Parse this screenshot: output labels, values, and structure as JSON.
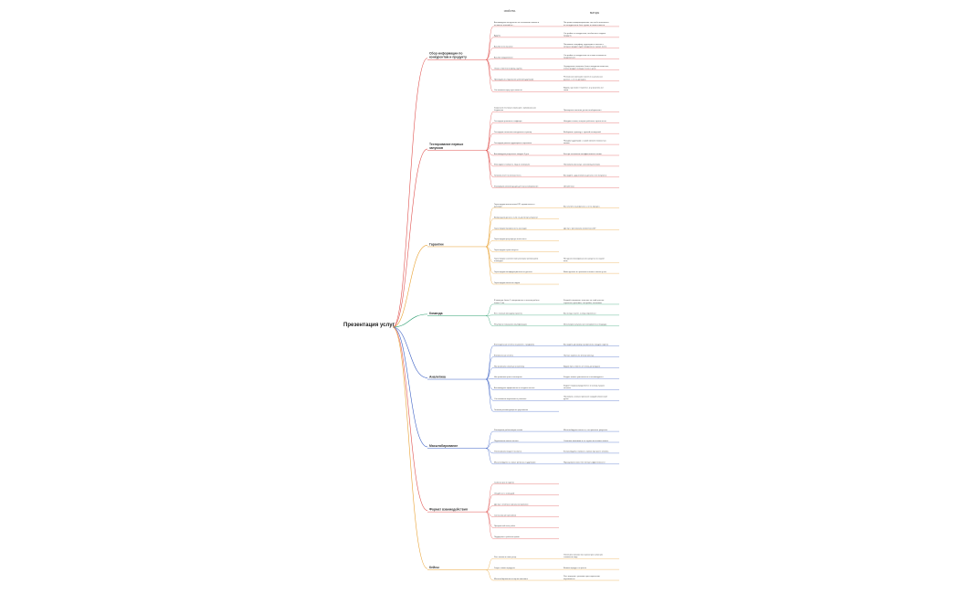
{
  "title": "Презентация услуг",
  "headers": {
    "properties": "СВОЙСТВА",
    "benefits": "ВЫГОДЫ"
  },
  "branches": [
    {
      "label": "Сбор информации по конкурентам и продукту",
      "color": "#e0524f",
      "items": [
        {
          "property": "Анализируем конкурентов на основании отзывов и основных отличий от…",
          "benefit": "Построим позиционирование так чтобы отличаться от конкурентов и быть лучше в глазах клиента"
        },
        {
          "property": "Аудиты",
          "benefit": "Отстройка от конкурентов, особенность подачи продукта"
        },
        {
          "property": "Анализ всех каналов",
          "benefit": "Понимаем специфику, аудиторию и каналы в которых продукт будет продаваться лучше всего"
        },
        {
          "property": "Анализ продвижения",
          "benefit": "Отстройка от конкурентов на основе анализа их продвижения"
        },
        {
          "property": "Опрос клиентов и фокус-группа",
          "benefit": "Определяем ключевые боли и ожидания клиентов, чтобы продукт попадал точно в цель"
        },
        {
          "property": "Проводим исследование целевой аудитории",
          "benefit": "Рекламные кампании строятся на реальных данных, а не на догадках"
        },
        {
          "property": "Составляем карту пути клиента",
          "benefit": "Видим, где клиент теряется, и устраняем эти точки"
        }
      ]
    },
    {
      "label": "Тестирование первых запусков",
      "color": "#e0524f",
      "items": [
        {
          "property": "Запускаем тестовые кампании с минимальным бюджетом",
          "benefit": "Проверяем гипотезы до масштабирования"
        },
        {
          "property": "Тестируем креативы и офферы",
          "benefit": "Находим связки, которые работают лучше всего"
        },
        {
          "property": "Тестируем несколько посадочных страниц",
          "benefit": "Выбираем страницу с лучшей конверсией"
        },
        {
          "property": "Тестируем разные аудитории и таргетинги",
          "benefit": "Находим аудитории с самой низкой стоимостью заявки"
        },
        {
          "property": "Анализируем результаты каждые 3 дня",
          "benefit": "Быстро отключаем неэффективные связки"
        },
        {
          "property": "Фиксируем стоимость лида и конверсию",
          "benefit": "Понимаем реальную экономику рекламы"
        },
        {
          "property": "Готовим отчёт по итогам теста",
          "benefit": "Вы видите, куда вложены деньги и что получено"
        },
        {
          "property": "Формируем рекомендации для масштабирования",
          "benefit": "Чёткий план"
        }
      ]
    },
    {
      "label": "Гарантии",
      "color": "#e9a233",
      "items": [
        {
          "property": "Гарантируем выполнение KPI, прописанных в договоре",
          "benefit": "Вы платите за результат, а не за процесс"
        },
        {
          "property": "Возвращаем деньги, если не достигнут результат",
          "benefit": ""
        },
        {
          "property": "Гарантируем прозрачность расходов",
          "benefit": "Доступ к рекламным кабинетам 24/7"
        },
        {
          "property": "Гарантируем регулярную отчётность",
          "benefit": ""
        },
        {
          "property": "Гарантируем сроки запуска",
          "benefit": ""
        },
        {
          "property": "Гарантируем соответствие рекламы требованиям площадок",
          "benefit": "Ни одного блокированного аккаунта по нашей вине"
        },
        {
          "property": "Гарантируем конфиденциальность данных",
          "benefit": "Ваши данные и стратегия остаются только у вас"
        },
        {
          "property": "Гарантируем качество лидов",
          "benefit": ""
        }
      ]
    },
    {
      "label": "Команда",
      "color": "#2a9d6f",
      "items": [
        {
          "property": "В команде более 5 специалистов с опытом работы более 5 лет",
          "benefit": "Каждый специалист отвечает за свой участок: стратегия, креативы, настройка, аналитика"
        },
        {
          "property": "Есть личный менеджер проекта",
          "benefit": "Вы всегда знаете, к кому обратиться"
        },
        {
          "property": "Регулярно повышаем квалификацию",
          "benefit": "Используем актуальные инструменты и подходы"
        }
      ]
    },
    {
      "label": "Аналитика",
      "color": "#3a5fc4",
      "items": [
        {
          "property": "Еженедельные отчёты по работе с трафиком",
          "benefit": "Вы видите динамику и результаты каждую неделю"
        },
        {
          "property": "Ежемесячные отчёты",
          "benefit": "Полная картина по итогам месяца"
        },
        {
          "property": "Настраиваем сквозную аналитику",
          "benefit": "Видим путь клиента от клика до продажи"
        },
        {
          "property": "Настраиваем цели и конверсии",
          "benefit": "Каждая заявка учитывается и анализируется"
        },
        {
          "property": "Анализируем эффективность каждого канала",
          "benefit": "Бюджет перераспределяется в пользу лучших каналов"
        },
        {
          "property": "Отслеживаем окупаемость рекламы",
          "benefit": "Понимаем, сколько приносит каждый вложенный рубль"
        },
        {
          "property": "Готовим рекомендации по улучшению",
          "benefit": ""
        }
      ]
    },
    {
      "label": "Масштабирование",
      "color": "#3a5fc4",
      "items": [
        {
          "property": "Расширяем работающие связки",
          "benefit": "Масштабируем только то, что приносит результат"
        },
        {
          "property": "Подключаем новые каналы",
          "benefit": "Снижаем зависимость от одного источника заявок"
        },
        {
          "property": "Увеличиваем бюджет поэтапно",
          "benefit": "Контролируем стоимость заявки при росте объёма"
        },
        {
          "property": "Масштабируем на новые регионы и аудитории",
          "benefit": "Наращиваем охват без потери эффективности"
        }
      ]
    },
    {
      "label": "Формат взаимодействия",
      "color": "#e0524f",
      "items": [
        {
          "property": "Созвоны раз в неделю",
          "benefit": ""
        },
        {
          "property": "Общий чат с командой",
          "benefit": ""
        },
        {
          "property": "Доступ к отчётам в реальном времени",
          "benefit": ""
        },
        {
          "property": "Согласование креативов",
          "benefit": ""
        },
        {
          "property": "Прозрачный план работ",
          "benefit": ""
        },
        {
          "property": "Поддержка в рабочее время",
          "benefit": ""
        }
      ]
    },
    {
      "label": "Кейсы",
      "color": "#e9a233",
      "items": [
        {
          "property": "Рост заявок в нише услуг",
          "benefit": "Увеличили количество заявок при снижении стоимости лида"
        },
        {
          "property": "Запуск нового продукта",
          "benefit": "Вывели продукт на рынок"
        },
        {
          "property": "Масштабирование интернет-магазина",
          "benefit": "Рост выручки с рекламы при сохранении окупаемости"
        }
      ]
    }
  ]
}
